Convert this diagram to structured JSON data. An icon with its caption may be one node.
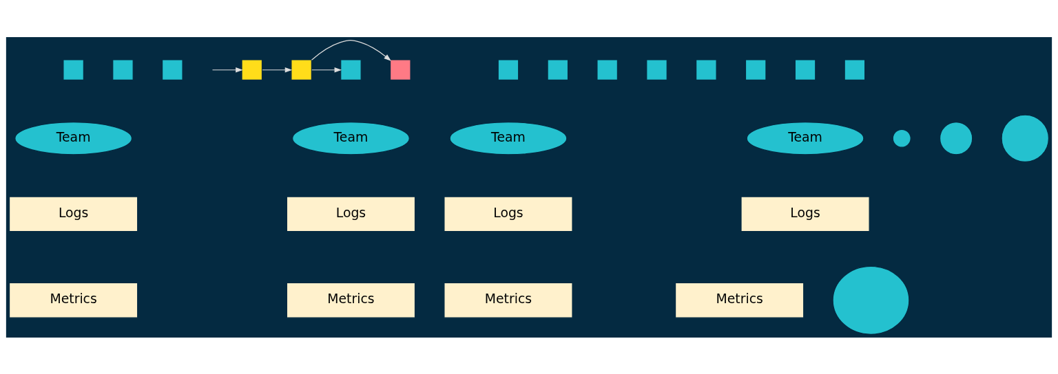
{
  "diagram": {
    "nodes": [
      {
        "text": [],
        "shape": "box"
      },
      {
        "text": [],
        "shape": "box"
      },
      {
        "text": [],
        "shape": "box"
      },
      {
        "text": [],
        "shape": "box"
      },
      {
        "text": [],
        "shape": "box"
      },
      {
        "text": [],
        "shape": "box"
      },
      {
        "text": [],
        "shape": "box"
      },
      {
        "text": [],
        "shape": "box"
      },
      {
        "text": [],
        "shape": "box"
      },
      {
        "text": [],
        "shape": "box"
      },
      {
        "text": [],
        "shape": "box"
      },
      {
        "text": [],
        "shape": "box"
      },
      {
        "text": [],
        "shape": "box"
      },
      {
        "text": [],
        "shape": "box"
      },
      {
        "text": [],
        "shape": "box"
      },
      {
        "text": [
          "Team"
        ]
      },
      {
        "text": [
          "Logs"
        ]
      },
      {
        "text": [
          "Metrics"
        ]
      },
      {
        "text": [
          "Team"
        ]
      },
      {
        "text": [
          "Logs"
        ]
      },
      {
        "text": [
          "Metrics"
        ]
      },
      {
        "text": [
          "Team"
        ]
      },
      {
        "text": [
          "Logs"
        ]
      },
      {
        "text": [
          "Metrics"
        ]
      },
      {
        "text": [
          "Team"
        ]
      },
      {
        "text": [
          "Logs"
        ]
      },
      {
        "text": [
          "Metrics"
        ]
      },
      {
        "text": [],
        "shape": "circle"
      },
      {
        "text": [],
        "shape": "circle"
      },
      {
        "text": [],
        "shape": "circle"
      },
      {
        "text": [],
        "shape": "cloud"
      }
    ],
    "edges": [
      {
        "from": 10,
        "to": 3,
        "arrow": "to"
      },
      {
        "from": 10,
        "to": 8,
        "arrow": "to"
      },
      {
        "from": 14,
        "to": 10,
        "arrow": "to"
      },
      {
        "from": null,
        "to": 14,
        "arrow": "to"
      }
    ]
  }
}
